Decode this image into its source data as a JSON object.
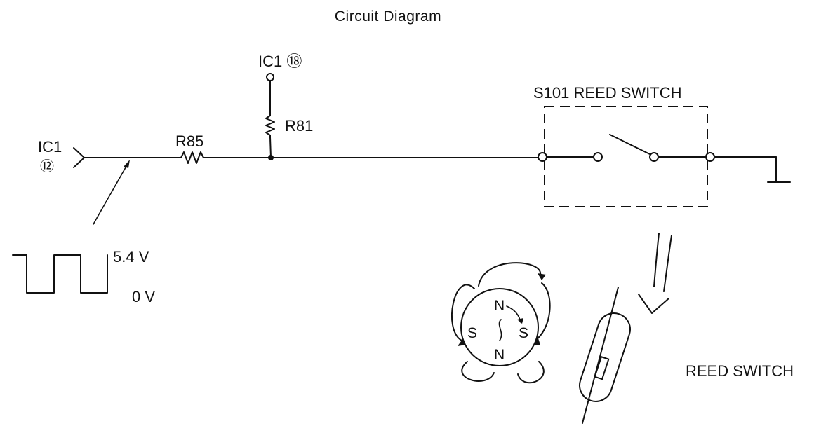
{
  "title": "Circuit Diagram",
  "labels": {
    "ic1_pin12_name": "IC1",
    "ic1_pin12_pin": "⑫",
    "ic1_pin18": "IC1 ⑱",
    "r85": "R85",
    "r81": "R81",
    "switch_name": "S101 REED SWITCH",
    "waveform_high": "5.4 V",
    "waveform_low": "0 V",
    "reed_switch": "REED SWITCH"
  },
  "magnet_poles": {
    "top": "N",
    "bottom": "N",
    "left": "S",
    "right": "S"
  },
  "icons": {
    "resistor": "zigzag-resistor-icon",
    "ground": "ground-symbol-icon",
    "switch": "open-switch-icon",
    "magnet": "rotating-magnet-icon",
    "reed": "reed-capsule-icon"
  }
}
